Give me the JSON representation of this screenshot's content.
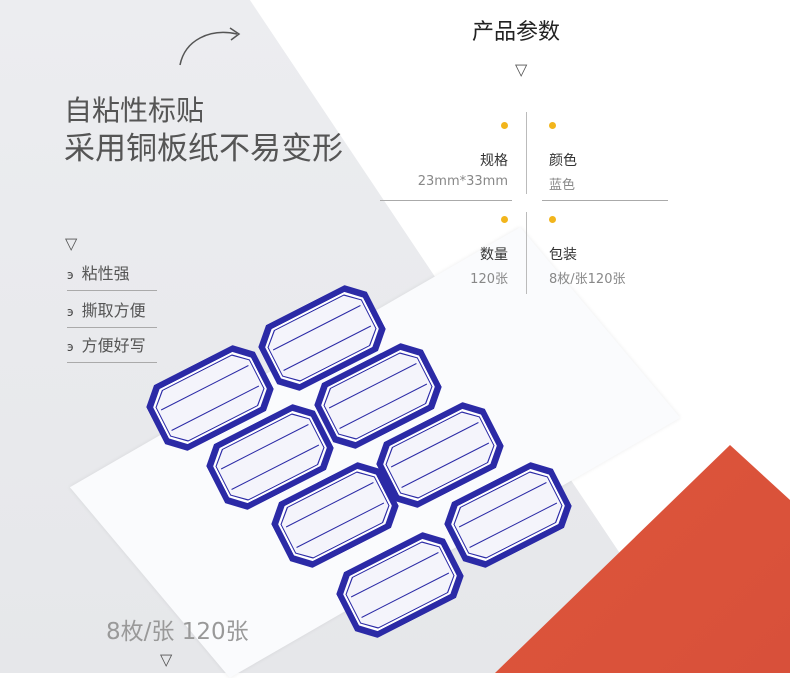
{
  "header": {
    "title": "产品参数"
  },
  "headline": {
    "line1": "自粘性标贴",
    "line2": "采用铜板纸不易变形"
  },
  "specs": [
    {
      "key": "规格",
      "value": "23mm*33mm"
    },
    {
      "key": "颜色",
      "value": "蓝色"
    },
    {
      "key": "数量",
      "value": "120张"
    },
    {
      "key": "包装",
      "value": "8枚/张120张"
    }
  ],
  "features": [
    {
      "bullet": "э",
      "label": "粘性强"
    },
    {
      "bullet": "э",
      "label": "撕取方便"
    },
    {
      "bullet": "э",
      "label": "方便好写"
    }
  ],
  "triangle": "▽",
  "caption": "8枚/张 120张",
  "colors": {
    "accent": "#f2b51c",
    "label_blue": "#2b2aa6",
    "orange": "#e0563c"
  }
}
